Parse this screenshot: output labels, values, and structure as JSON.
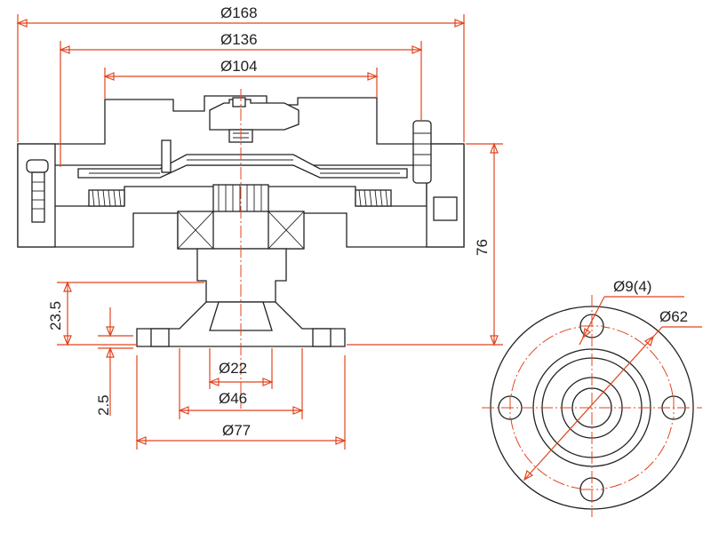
{
  "colors": {
    "dimension_line": "#e0451f",
    "part_outline": "#222222",
    "background": "#ffffff"
  },
  "dimensions": {
    "d168": "Ø168",
    "d136": "Ø136",
    "d104": "Ø104",
    "d22": "Ø22",
    "d46": "Ø46",
    "d77": "Ø77",
    "h76": "76",
    "h23_5": "23.5",
    "h2_5": "2.5",
    "hole": "Ø9(4)",
    "pcd": "Ø62"
  }
}
